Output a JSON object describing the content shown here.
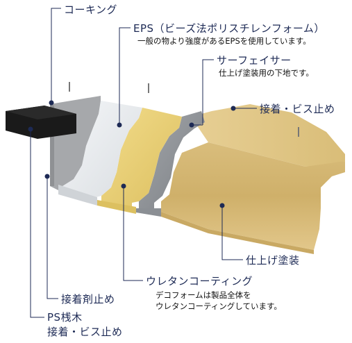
{
  "labels": {
    "caulking": "コーキング",
    "eps_title": "EPS（ビーズ法ポリスチレンフォーム）",
    "eps_desc": "一般の物より強度があるEPSを使用しています。",
    "surfacer_title": "サーフェイサー",
    "surfacer_desc": "仕上げ塗装用の下地です。",
    "bond_screw": "接着・ビス止め",
    "finish_paint": "仕上げ塗装",
    "urethane_title": "ウレタンコーティング",
    "urethane_desc_1": "デコフォームは製品全体を",
    "urethane_desc_2": "ウレタンコーティングしています。",
    "adhesive": "接着剤止め",
    "ps_wood": "PS桟木",
    "ps_bond_screw": "接着・ビス止め"
  },
  "colors": {
    "text": "#1d2a55",
    "leader": "#1d2a55",
    "wood": "#1a1a1a",
    "ps_base": "#a9a9a9",
    "eps": "#e9eef2",
    "urethane": "#e8cf74",
    "surfacer": "#8d9094",
    "finish": "#d8bd7a"
  }
}
